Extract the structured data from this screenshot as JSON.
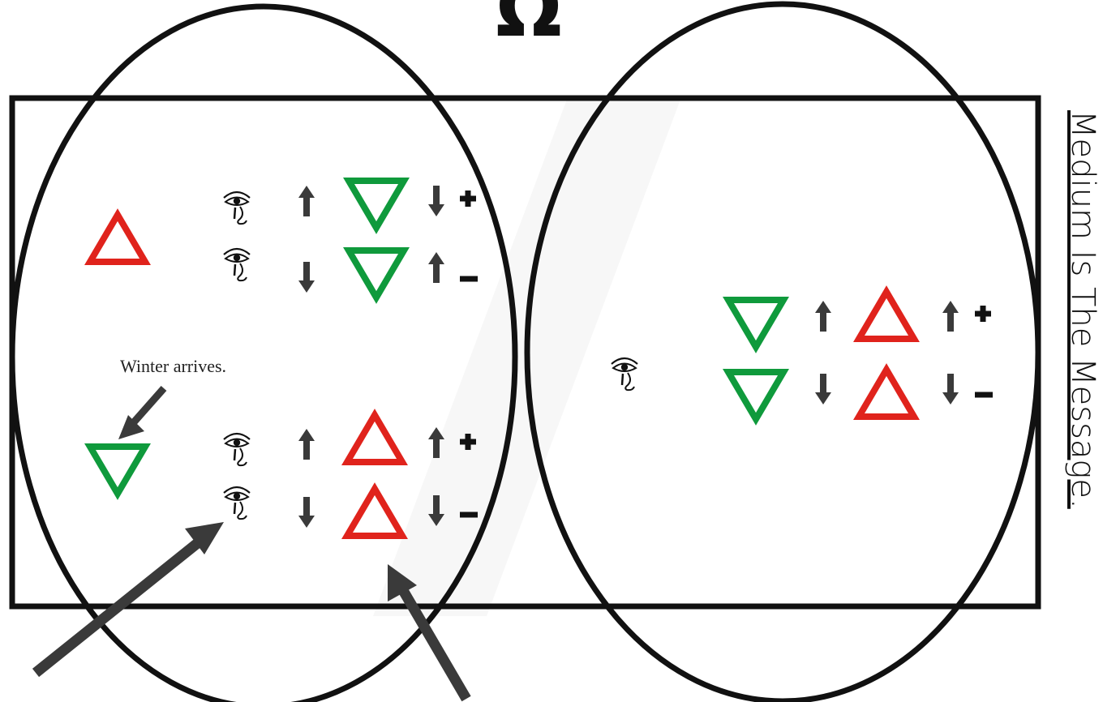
{
  "title": {
    "symbol": "Ω"
  },
  "side_text": "Medium Is The Message.",
  "left": {
    "annotation": "Winter arrives.",
    "top_group": {
      "lead_triangle": "fire-up-red",
      "rows": [
        {
          "eye": "eye-of-horus-icon",
          "arrow1": "up",
          "triangle": "water-down-green",
          "arrow2": "down",
          "sign": "+"
        },
        {
          "eye": "eye-of-horus-icon",
          "arrow1": "down",
          "triangle": "water-down-green",
          "arrow2": "up",
          "sign": "−"
        }
      ]
    },
    "bottom_group": {
      "lead_triangle": "water-down-green",
      "rows": [
        {
          "eye": "eye-of-horus-icon",
          "arrow1": "up",
          "triangle": "fire-up-red",
          "arrow2": "up",
          "sign": "+"
        },
        {
          "eye": "eye-of-horus-icon",
          "arrow1": "down",
          "triangle": "fire-up-red",
          "arrow2": "down",
          "sign": "−"
        }
      ]
    }
  },
  "right": {
    "eye": "eye-of-horus-icon",
    "rows": [
      {
        "triangle1": "water-down-green",
        "arrow1": "up",
        "triangle2": "fire-up-red",
        "arrow2": "up",
        "sign": "+"
      },
      {
        "triangle1": "water-down-green",
        "arrow1": "down",
        "triangle2": "fire-up-red",
        "arrow2": "down",
        "sign": "−"
      }
    ]
  },
  "colors": {
    "red": "#e0231c",
    "green": "#0f9a3c",
    "ink": "#111111",
    "arrow": "#3a3a3a"
  }
}
